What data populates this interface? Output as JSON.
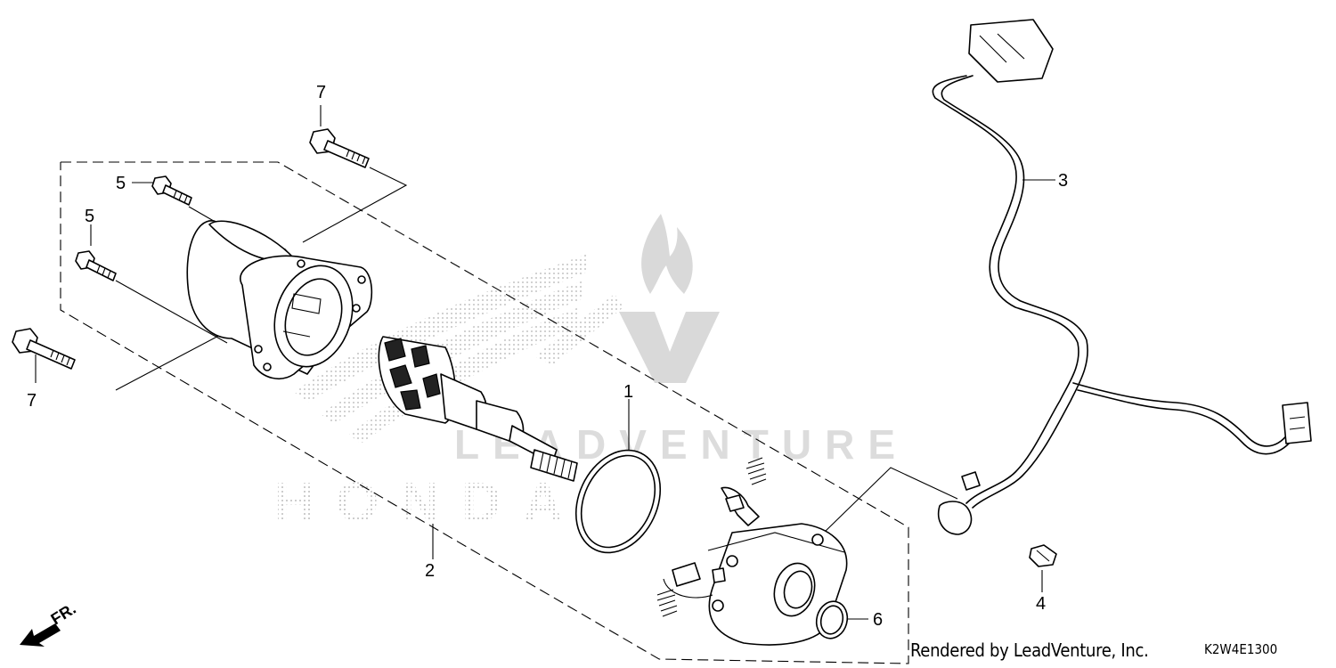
{
  "callouts": [
    {
      "id": "1",
      "label": "1"
    },
    {
      "id": "2",
      "label": "2"
    },
    {
      "id": "3",
      "label": "3"
    },
    {
      "id": "4",
      "label": "4"
    },
    {
      "id": "5a",
      "label": "5"
    },
    {
      "id": "5b",
      "label": "5"
    },
    {
      "id": "6",
      "label": "6"
    },
    {
      "id": "7a",
      "label": "7"
    },
    {
      "id": "7b",
      "label": "7"
    }
  ],
  "front_marker": "FR.",
  "watermarks": {
    "honda": "HONDA",
    "leadventure": "LEADVENTURE"
  },
  "footer": {
    "rendered_by": "Rendered by LeadVenture, Inc.",
    "diagram_code": "K2W4E1300"
  },
  "colors": {
    "line": "#000000",
    "watermark": "#c8c8c8",
    "background": "#ffffff"
  }
}
